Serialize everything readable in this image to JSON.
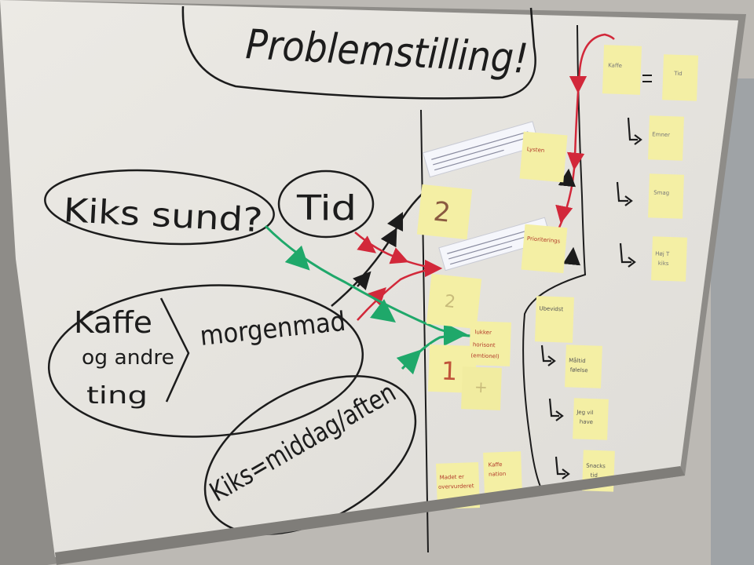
{
  "title": "Problemstilling!",
  "bubbles": {
    "kiks_sund": "Kiks sund?",
    "tid": "Tid",
    "kaffe": "Kaffe",
    "og_andre": "og andre",
    "ting": "ting",
    "morgenmad": "morgenmad",
    "kiks_middag": "Kiks=middag/aften"
  },
  "notes": {
    "n2_top": "2",
    "n2_mid": "2",
    "n1": "1",
    "plus": "+",
    "lukker_1": "lukker",
    "lukker_2": "horisont",
    "lukker_3": "(emtionel)",
    "lysten": "Lysten",
    "prioriterings": "Prioriterings",
    "ubevidst": "Ubevidst",
    "maltid_1": "Måltid",
    "maltid_2": "følelse",
    "jeg_1": "Jeg vil",
    "jeg_2": "have",
    "snacks_1": "Snacks",
    "snacks_2": "tid",
    "madet_1": "Madet er",
    "madet_2": "overvurderet",
    "kaffe_1": "Kaffe",
    "kaffe_2": "nation",
    "r_kaffe": "Kaffe",
    "r_tid": "Tid",
    "r_emner": "Emner",
    "r_smag": "Smag",
    "r_hoj_1": "Høj T",
    "r_hoj_2": "kiks"
  },
  "colors": {
    "board": "#e8e6e1",
    "frame": "#8e8c88",
    "marker_black": "#1c1c1c",
    "marker_red": "#d2283a",
    "marker_green": "#1fa86a",
    "sticky": "#f4efa4",
    "sticky_text_red": "#b23a2a"
  }
}
